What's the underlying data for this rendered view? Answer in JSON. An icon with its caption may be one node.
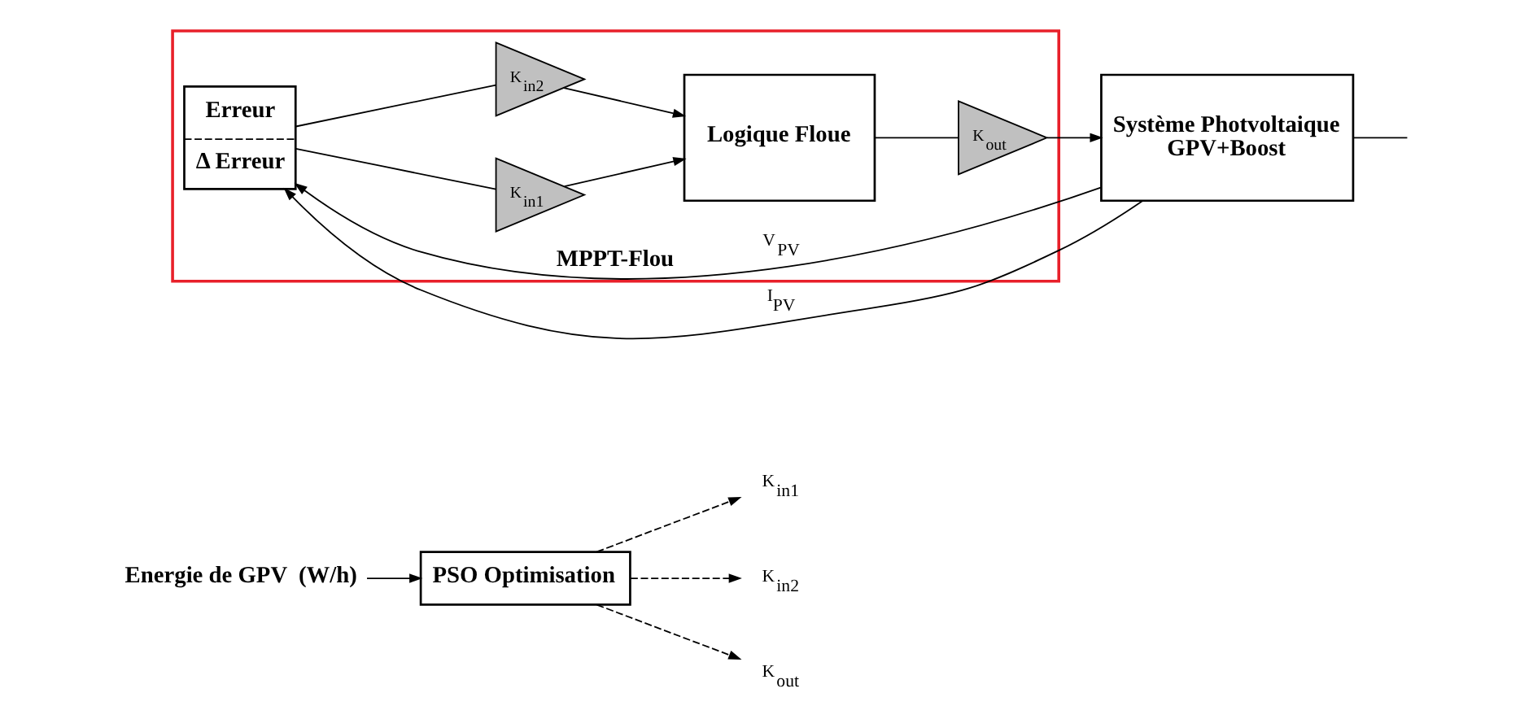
{
  "diagram": {
    "nodes": [
      {
        "text": [
          "PSO Optimisation"
        ]
      },
      {
        "text": [
          "Energie de GPV  (W/h)"
        ]
      },
      {
        "text": [
          "K$_{in1}$"
        ]
      },
      {
        "text": [
          "K$_{in2}$"
        ]
      },
      {
        "text": [
          "K$_{out}$"
        ]
      },
      {
        "text": [
          "MPPT-Flou"
        ]
      },
      {
        "text": [
          "Erreur",
          "Δ Erreur"
        ],
        "in": 5
      },
      {
        "text": [
          "K$_{in1}$"
        ],
        "in": 5
      },
      {
        "text": [
          "K$_{in2}$"
        ],
        "in": 5
      },
      {
        "text": [
          "Logique Floue"
        ],
        "in": 5
      },
      {
        "text": [
          "K$_{out}$"
        ],
        "in": 5
      },
      {
        "text": [
          "Système Photvoltaique",
          "GPV+Boost"
        ]
      }
    ],
    "edges": [
      {
        "from": 1,
        "to": 0,
        "arrow": "to"
      },
      {
        "from": 0,
        "to": 2,
        "arrow": "to",
        "style": "dashed"
      },
      {
        "from": 0,
        "to": 3,
        "arrow": "to",
        "style": "dashed"
      },
      {
        "from": 0,
        "to": 4,
        "arrow": "to",
        "style": "dashed"
      },
      {
        "from": 11,
        "to": 6,
        "arrow": "to",
        "label": "V$_{PV}$"
      },
      {
        "from": 11,
        "to": 6,
        "arrow": "to",
        "label": "I$_{PV}$"
      },
      {
        "from": 6,
        "to": 7,
        "arrow": "none"
      },
      {
        "from": 6,
        "to": 8,
        "arrow": "none"
      },
      {
        "from": 7,
        "to": 9,
        "arrow": "to"
      },
      {
        "from": 8,
        "to": 9,
        "arrow": "to"
      },
      {
        "from": 9,
        "to": 10,
        "arrow": "none"
      },
      {
        "from": 10,
        "to": 11,
        "arrow": "to"
      },
      {
        "from": 11,
        "to": null,
        "arrow": "none"
      }
    ]
  }
}
